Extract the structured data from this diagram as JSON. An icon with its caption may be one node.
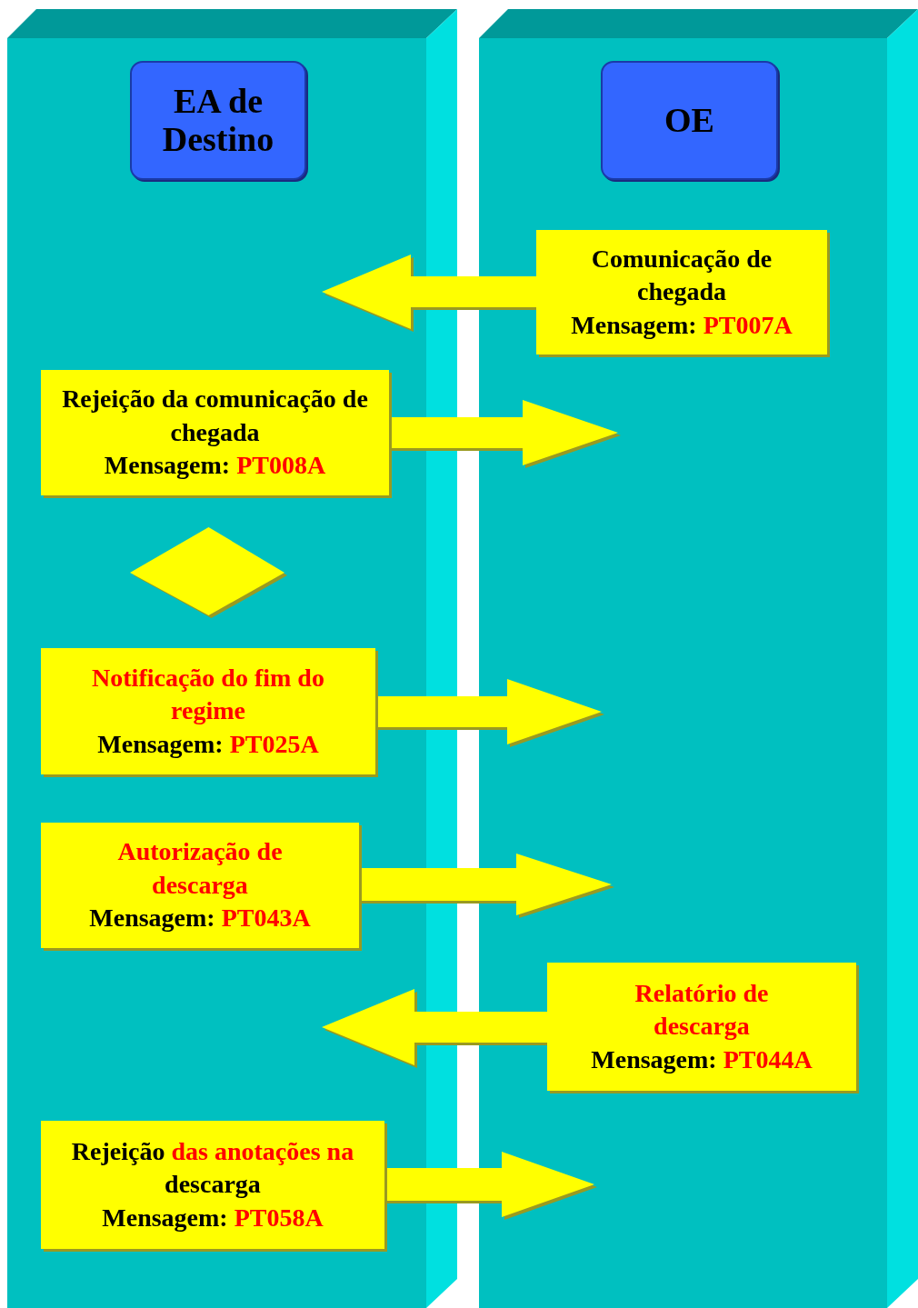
{
  "diagram": {
    "nodes": [
      {
        "text": [],
        "shape": "box"
      },
      {
        "text": [
          "EA de Destino"
        ],
        "in": 0
      },
      {
        "text": [],
        "shape": "box"
      },
      {
        "text": [
          "OE"
        ],
        "in": 2
      },
      {
        "text": [
          "Comunicação de chegada",
          "Mensagem: **PT007A**"
        ],
        "in": 2
      },
      {
        "text": [
          "Rejeição da comunicação de chegada",
          "Mensagem: **PT008A**"
        ],
        "in": 0
      },
      {
        "text": [],
        "shape": "diamond",
        "in": 0
      },
      {
        "text": [
          "**Notificação do fim do regime**",
          "Mensagem: **PT025A**"
        ],
        "in": 0
      },
      {
        "text": [
          "**Autorização de descarga**",
          "Mensagem: **PT043A**"
        ],
        "in": 0
      },
      {
        "text": [
          "**Relatório de descarga**",
          "Mensagem: **PT044A**"
        ],
        "in": 2
      },
      {
        "text": [
          "Rejeição **das anotações na** descarga",
          "Mensagem: **PT058A**"
        ],
        "in": 0
      }
    ],
    "edges": [
      {
        "from": 4,
        "to": null,
        "arrow": "to"
      },
      {
        "from": 5,
        "to": null,
        "arrow": "to"
      },
      {
        "from": 7,
        "to": null,
        "arrow": "to"
      },
      {
        "from": 8,
        "to": null,
        "arrow": "to"
      },
      {
        "from": 9,
        "to": null,
        "arrow": "to"
      },
      {
        "from": 10,
        "to": null,
        "arrow": "to"
      }
    ]
  }
}
